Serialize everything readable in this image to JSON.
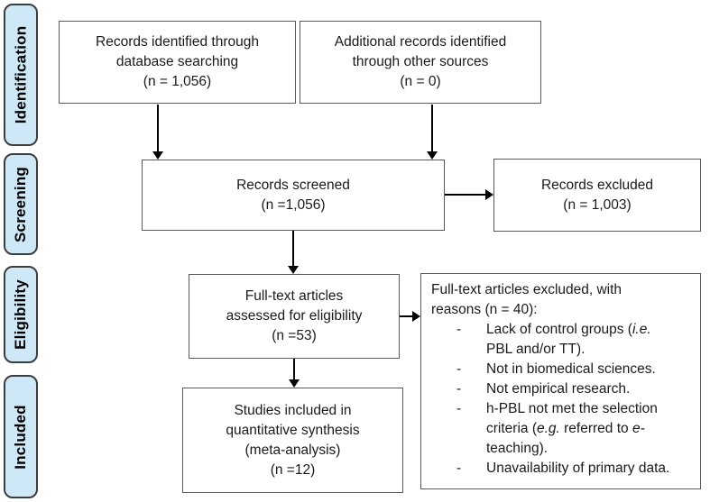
{
  "stages": [
    {
      "label": "Identification"
    },
    {
      "label": "Screening"
    },
    {
      "label": "Eligibility"
    },
    {
      "label": "Included"
    }
  ],
  "boxes": {
    "identified": {
      "lines": [
        "Records identified through",
        "database searching",
        "(n = 1,056)"
      ]
    },
    "additional": {
      "lines": [
        "Additional records identified",
        "through other sources",
        "(n = 0)"
      ]
    },
    "screened": {
      "lines": [
        "Records screened",
        "(n =1,056)"
      ]
    },
    "excluded": {
      "lines": [
        "Records excluded",
        "(n = 1,003)"
      ]
    },
    "fulltext": {
      "lines": [
        "Full-text articles",
        "assessed for eligibility",
        "(n =53)"
      ]
    },
    "reasons": {
      "header_lines": [
        "Full-text articles excluded, with",
        "reasons (n = 40):"
      ],
      "marker": "-",
      "items": [
        {
          "parts": [
            "Lack of control groups (",
            "i.e.",
            "PBL and/or TT)."
          ]
        },
        {
          "parts": [
            "Not in biomedical sciences."
          ]
        },
        {
          "parts": [
            "Not empirical research."
          ]
        },
        {
          "parts": [
            "h-PBL not met the selection",
            "criteria (",
            "e.g.",
            " referred to ",
            "e-",
            "teaching)."
          ]
        },
        {
          "parts": [
            "Unavailability of primary data."
          ]
        }
      ]
    },
    "included_studies": {
      "lines": [
        "Studies included in",
        "quantitative synthesis",
        "(meta-analysis)",
        "(n =12)"
      ]
    }
  },
  "colors": {
    "stage_fill": "#cfe8f7",
    "stage_border": "#3d3d3d",
    "box_border": "#595959",
    "arrow": "#000000"
  }
}
